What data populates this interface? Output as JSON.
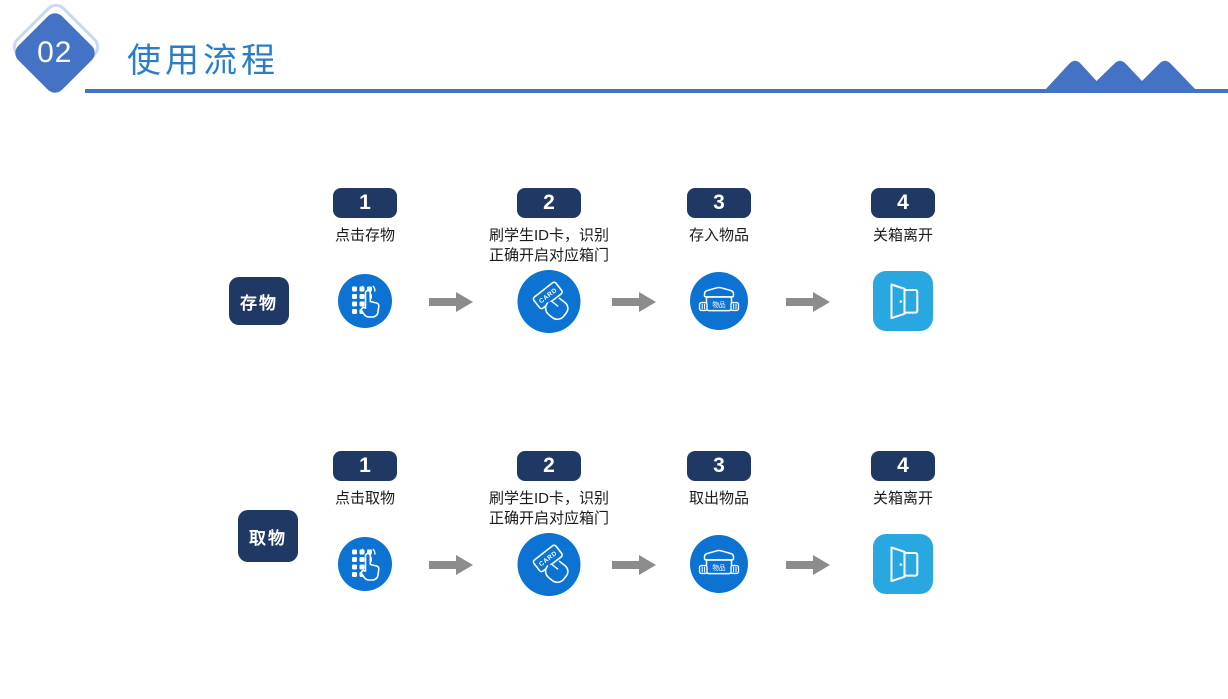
{
  "slide": {
    "section_number": "02",
    "title": "使用流程"
  },
  "rows": [
    {
      "label": "存物",
      "steps": [
        {
          "number": "1",
          "caption": "点击存物",
          "icon": "keypad-press-icon"
        },
        {
          "number": "2",
          "caption": "刷学生ID卡，识别\n正确开启对应箱门",
          "icon": "id-card-swipe-icon"
        },
        {
          "number": "3",
          "caption": "存入物品",
          "icon": "item-box-icon"
        },
        {
          "number": "4",
          "caption": "关箱离开",
          "icon": "open-door-icon"
        }
      ]
    },
    {
      "label": "取物",
      "steps": [
        {
          "number": "1",
          "caption": "点击取物",
          "icon": "keypad-press-icon"
        },
        {
          "number": "2",
          "caption": "刷学生ID卡，识别\n正确开启对应箱门",
          "icon": "id-card-swipe-icon"
        },
        {
          "number": "3",
          "caption": "取出物品",
          "icon": "item-box-icon"
        },
        {
          "number": "4",
          "caption": "关箱离开",
          "icon": "open-door-icon"
        }
      ]
    }
  ],
  "icon_text": {
    "card": "CARD",
    "box": "物品"
  },
  "colors": {
    "accent_blue": "#4472C4",
    "title_blue": "#2B7EC6",
    "navy": "#1F3864",
    "circle_blue": "#0C73D2",
    "door_tile_blue": "#29A7E1",
    "arrow_gray": "#8C8C8C"
  }
}
